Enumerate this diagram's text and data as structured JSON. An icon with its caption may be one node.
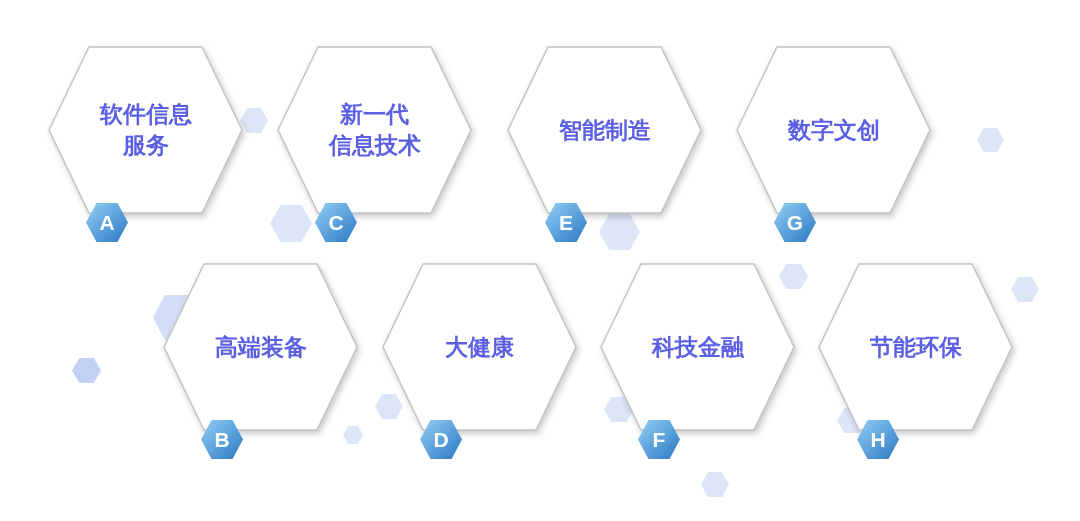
{
  "diagram": {
    "nodes": [
      {
        "text": [
          "软件信息服务"
        ]
      },
      {
        "text": [
          "A"
        ]
      },
      {
        "text": [
          "新一代信息技术"
        ]
      },
      {
        "text": [
          "C"
        ]
      },
      {
        "text": [
          "智能制造"
        ]
      },
      {
        "text": [
          "E"
        ]
      },
      {
        "text": [
          "数字文创"
        ]
      },
      {
        "text": [
          "G"
        ]
      },
      {
        "text": [
          "高端装备"
        ]
      },
      {
        "text": [
          "B"
        ]
      },
      {
        "text": [
          "大健康"
        ]
      },
      {
        "text": [
          "D"
        ]
      },
      {
        "text": [
          "科技金融"
        ]
      },
      {
        "text": [
          "F"
        ]
      },
      {
        "text": [
          "节能环保"
        ]
      },
      {
        "text": [
          "H"
        ]
      }
    ]
  }
}
